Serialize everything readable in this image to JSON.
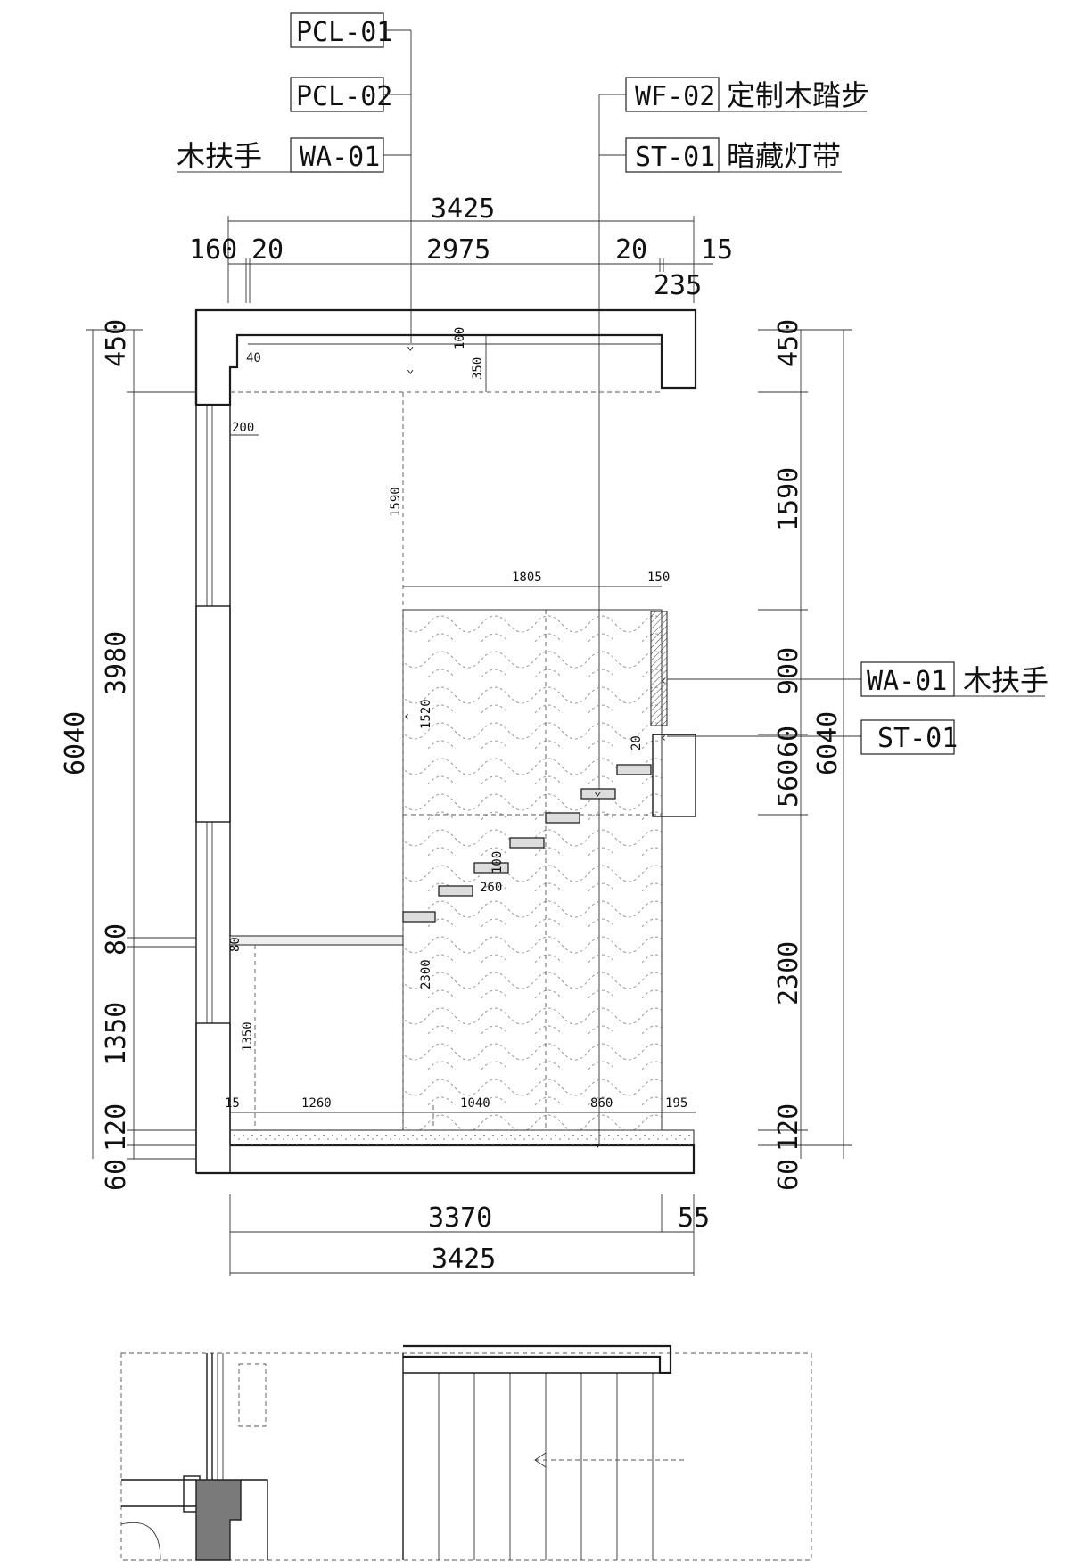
{
  "tags": {
    "pcl01": "PCL-01",
    "pcl02": "PCL-02",
    "wa01_top": "WA-01",
    "wa01_top_note": "木扶手",
    "wf02": "WF-02",
    "wf02_note": "定制木踏步",
    "st01_top": "ST-01",
    "st01_top_note": "暗藏灯带",
    "wa01_right": "WA-01",
    "wa01_right_note": "木扶手",
    "st01_right": "ST-01"
  },
  "dims": {
    "top_total": "3425",
    "top_160": "160",
    "top_20a": "20",
    "top_2975": "2975",
    "top_20b": "20",
    "top_15": "15",
    "top_235": "235",
    "left_450": "450",
    "left_3980": "3980",
    "left_6040": "6040",
    "left_80": "80",
    "left_1350": "1350",
    "left_120": "120",
    "left_60": "60",
    "right_450": "450",
    "right_1590": "1590",
    "right_900": "900",
    "right_60": "60",
    "right_560": "560",
    "right_6040": "6040",
    "right_2300": "2300",
    "right_120": "120",
    "right_60b": "60",
    "bottom_3370": "3370",
    "bottom_55": "55",
    "bottom_3425": "3425",
    "in_40": "40",
    "in_100": "100",
    "in_350": "350",
    "in_200": "200",
    "in_1590": "1590",
    "in_1805": "1805",
    "in_150": "150",
    "in_1520": "1520",
    "in_20": "20",
    "in_100b": "100",
    "in_260": "260",
    "in_80": "80",
    "in_2300": "2300",
    "in_1350": "1350",
    "in_15": "15",
    "in_1260": "1260",
    "in_1040": "1040",
    "in_860": "860",
    "in_195": "195"
  }
}
